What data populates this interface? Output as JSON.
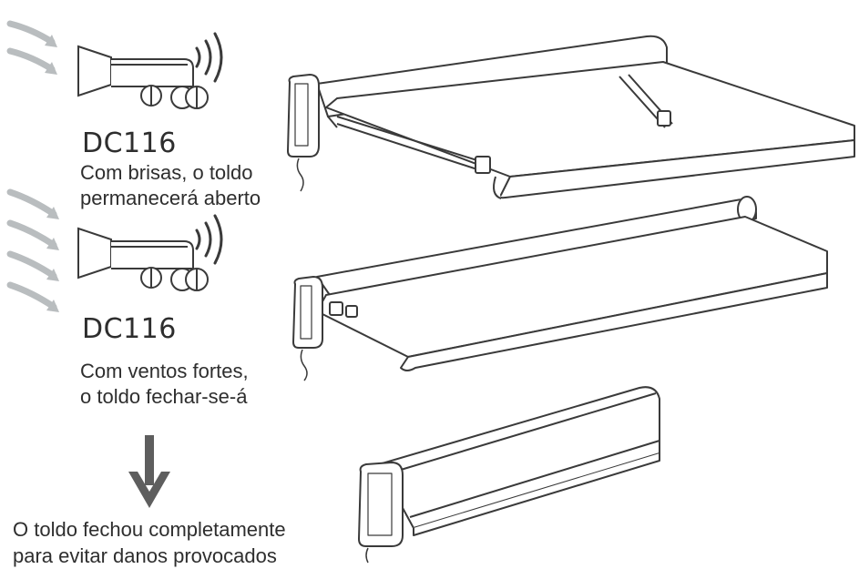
{
  "sensor_breeze": {
    "code": "DC116",
    "line1": "Com brisas, o toldo",
    "line2": "permanecerá aberto"
  },
  "sensor_strong": {
    "code": "DC116",
    "line1": "Com ventos fortes,",
    "line2": "o toldo fechar-se-á"
  },
  "result": {
    "line1": "O toldo fechou completamente",
    "line2": "para evitar danos provocados"
  },
  "colors": {
    "line": "#3a3a3a",
    "wind_arrow": "#b9bdbf",
    "down_arrow": "#5e5e5e"
  },
  "icons": [
    "wind-arrows-icon",
    "wind-sensor-icon",
    "signal-waves-icon",
    "down-arrow-icon"
  ]
}
